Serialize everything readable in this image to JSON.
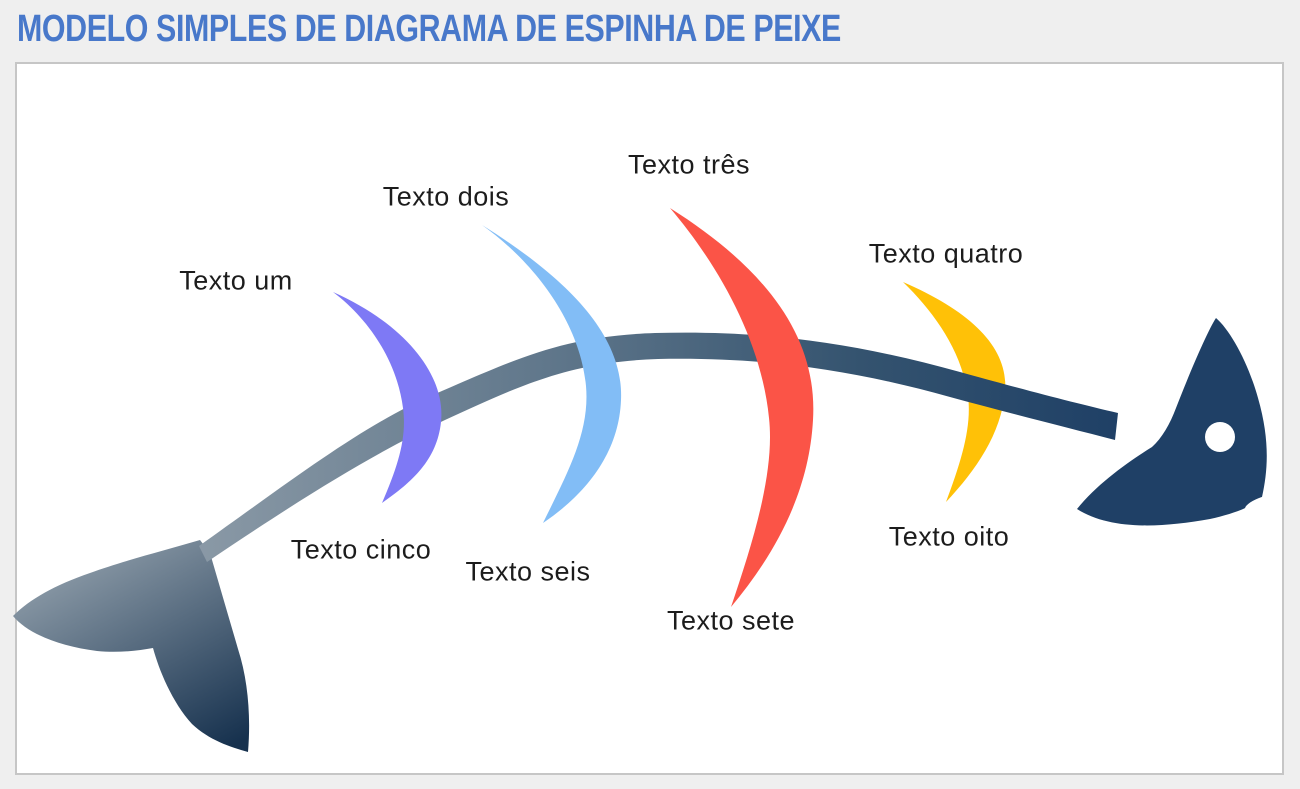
{
  "page": {
    "title": "MODELO SIMPLES DE DIAGRAMA DE ESPINHA DE PEIXE"
  },
  "diagram": {
    "labels": [
      {
        "id": "one",
        "text": "Texto um"
      },
      {
        "id": "two",
        "text": "Texto dois"
      },
      {
        "id": "three",
        "text": "Texto três"
      },
      {
        "id": "four",
        "text": "Texto quatro"
      },
      {
        "id": "five",
        "text": "Texto cinco"
      },
      {
        "id": "six",
        "text": "Texto seis"
      },
      {
        "id": "seven",
        "text": "Texto sete"
      },
      {
        "id": "eight",
        "text": "Texto oito"
      }
    ],
    "colors": {
      "title": "#4878CA",
      "label_text": "#1C1C1C",
      "background": "#EFEFEF",
      "panel_border": "#C6C6C6",
      "panel_bg": "#FFFFFF",
      "bone_purple": "#7E79F5",
      "bone_blue": "#82BDF6",
      "bone_red": "#FB5447",
      "bone_yellow": "#FFC107",
      "spine_gradient": [
        "#8A99A6",
        "#60778B",
        "#34536F",
        "#1F4066"
      ],
      "tail_gradient": [
        "#8A99A6",
        "#16314E"
      ],
      "head": "#1F4066",
      "eye": "#FFFFFF",
      "mouth": "#FFFFFF"
    }
  }
}
